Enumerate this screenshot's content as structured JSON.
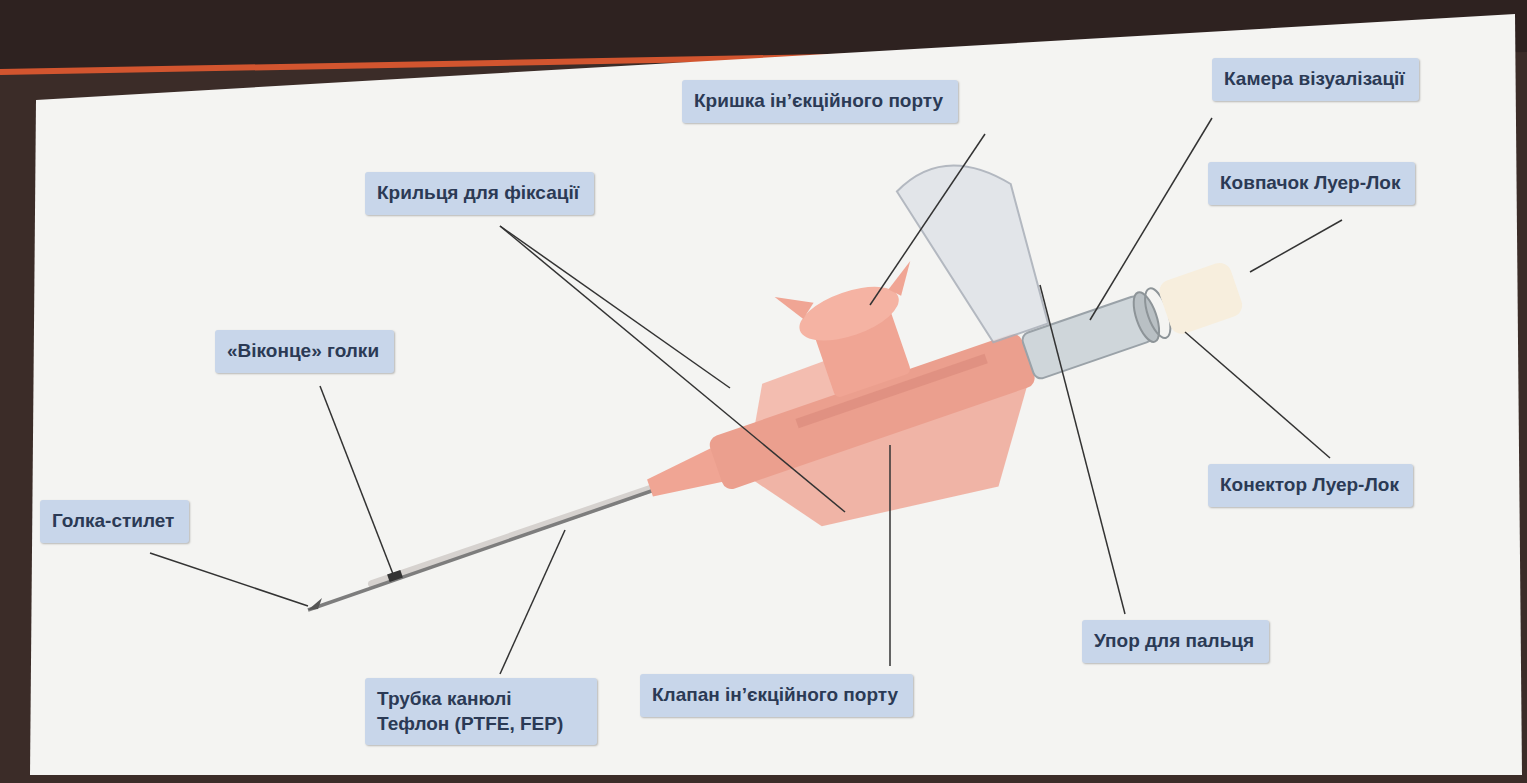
{
  "diagram": {
    "nodes": [
      {
        "text": [
          "Камера візуалізації"
        ]
      },
      {
        "text": [
          "Кришка ін’єкційного порту"
        ]
      },
      {
        "text": [
          "Ковпачок Луер-Лок"
        ]
      },
      {
        "text": [
          "Крильця для фіксації"
        ]
      },
      {
        "text": [
          "«Віконце» голки"
        ]
      },
      {
        "text": [
          "Конектор Луер-Лок"
        ]
      },
      {
        "text": [
          "Голка-стилет"
        ]
      },
      {
        "text": [
          "Упор для пальця"
        ]
      },
      {
        "text": [
          "Трубка канюлі Тефлон (PTFE, FEP)"
        ]
      },
      {
        "text": [
          "Клапан ін’єкційного порту"
        ]
      }
    ]
  }
}
